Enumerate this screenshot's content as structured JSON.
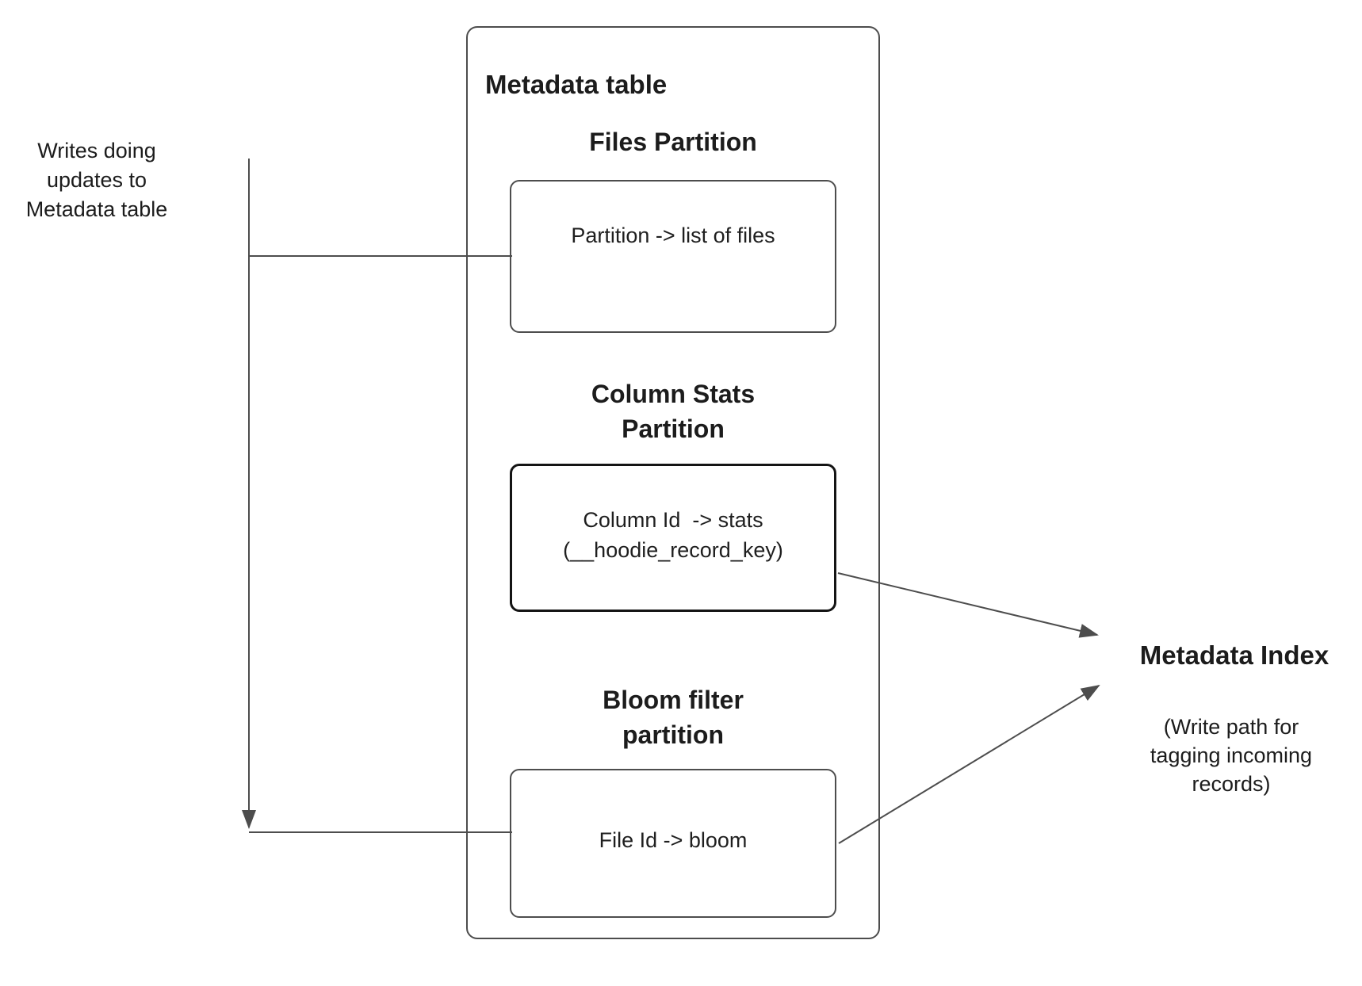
{
  "diagram": {
    "writes_label": {
      "lines": [
        "Writes doing",
        "updates to",
        "Metadata table"
      ]
    },
    "metadata_table": {
      "title": "Metadata table",
      "files_partition": {
        "heading": "Files Partition",
        "body": "Partition -> list of files"
      },
      "column_stats_partition": {
        "heading_lines": [
          "Column Stats",
          "Partition"
        ],
        "body_lines": [
          "Column Id  -> stats",
          "(__hoodie_record_key)"
        ]
      },
      "bloom_filter_partition": {
        "heading_lines": [
          "Bloom filter",
          "partition"
        ],
        "body": "File Id -> bloom"
      }
    },
    "metadata_index": {
      "title": "Metadata Index",
      "subtitle_lines": [
        "(Write path for",
        "tagging incoming",
        "records)"
      ]
    },
    "colors": {
      "background": "#ffffff",
      "line": "#4d4d4d",
      "text": "#1c1c1c",
      "column_stats_border": "#141414"
    }
  }
}
